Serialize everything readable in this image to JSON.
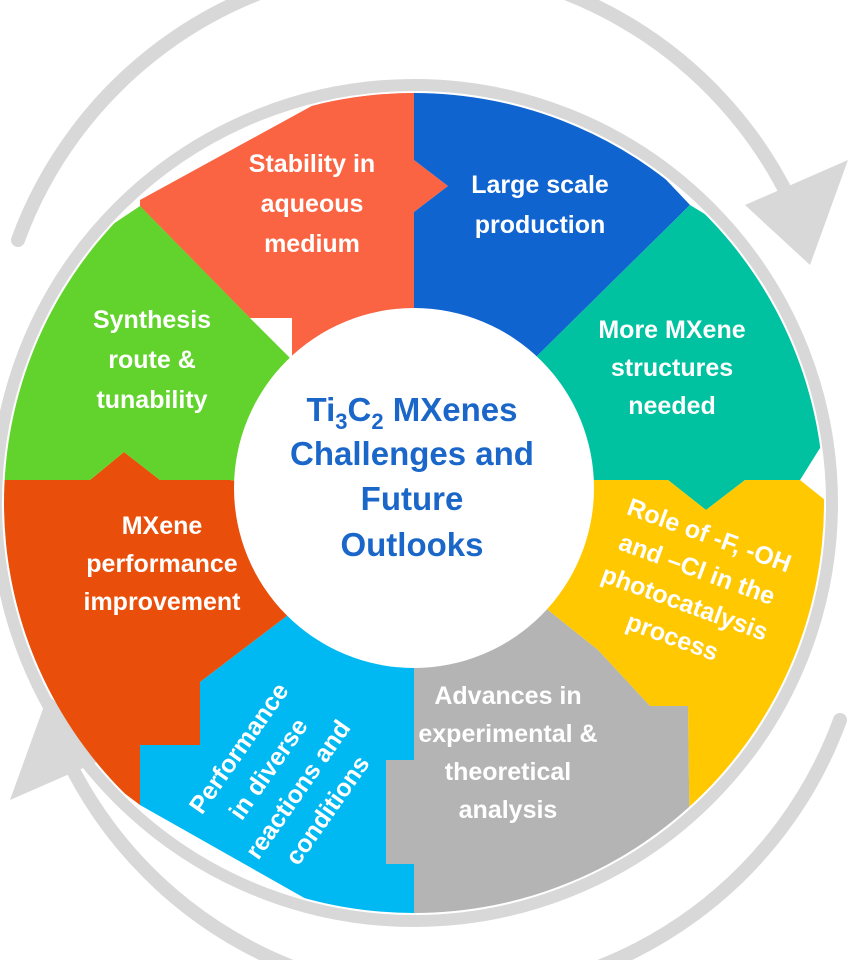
{
  "center": {
    "title_ti": "Ti",
    "title_ti_sub": "3",
    "title_c": "C",
    "title_c_sub": "2",
    "title_rest": " MXenes",
    "line2": "Challenges and",
    "line3": "Future",
    "line4": "Outlooks"
  },
  "segments": [
    {
      "id": "stability",
      "color": "#fa6442",
      "lines": [
        "Stability in",
        "aqueous",
        "medium"
      ]
    },
    {
      "id": "large-scale",
      "color": "#0f64d0",
      "lines": [
        "Large scale",
        "production"
      ]
    },
    {
      "id": "more-structures",
      "color": "#00c2a0",
      "lines": [
        "More MXene",
        "structures",
        "needed"
      ]
    },
    {
      "id": "role-of-terminations",
      "color": "#ffc800",
      "lines": [
        "Role of -F, -OH",
        "and –Cl in the",
        "photocatalysis",
        "process"
      ]
    },
    {
      "id": "advances-analysis",
      "color": "#b4b4b4",
      "lines": [
        "Advances in",
        "experimental &",
        "theoretical",
        "analysis"
      ]
    },
    {
      "id": "performance-diverse",
      "color": "#00b9f2",
      "lines": [
        "Performance",
        "in diverse",
        "reactions and",
        "conditions"
      ]
    },
    {
      "id": "performance-improvement",
      "color": "#e94e0a",
      "lines": [
        "MXene",
        "performance",
        "improvement"
      ]
    },
    {
      "id": "synthesis-route",
      "color": "#62d32c",
      "lines": [
        "Synthesis",
        "route &",
        "tunability"
      ]
    }
  ],
  "ring_color": "#d8d8d8",
  "arrow_color": "#d8d8d8",
  "center_color": "#1a66c9"
}
